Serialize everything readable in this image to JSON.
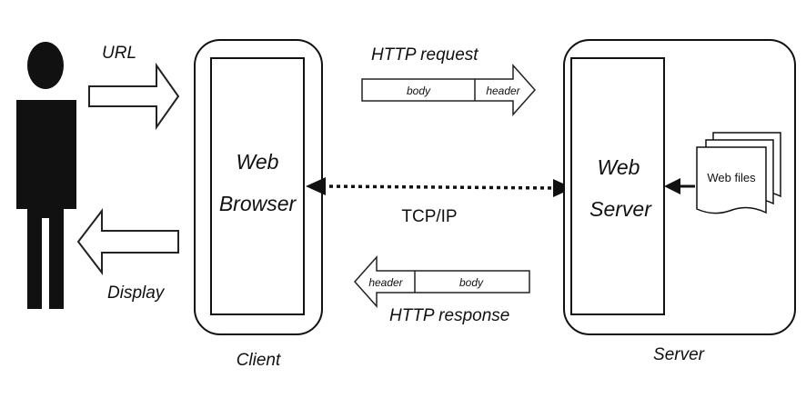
{
  "labels": {
    "url": "URL",
    "display": "Display",
    "web_browser_line1": "Web",
    "web_browser_line2": "Browser",
    "client": "Client",
    "http_request": "HTTP request",
    "request_body": "body",
    "request_header": "header",
    "tcp_ip": "TCP/IP",
    "http_response": "HTTP response",
    "response_header": "header",
    "response_body": "body",
    "web_server_line1": "Web",
    "web_server_line2": "Server",
    "server": "Server",
    "web_files": "Web files"
  },
  "icons": {
    "user": "person-silhouette-icon",
    "files": "stacked-documents-icon"
  },
  "colors": {
    "stroke": "#111111",
    "background": "#ffffff"
  }
}
